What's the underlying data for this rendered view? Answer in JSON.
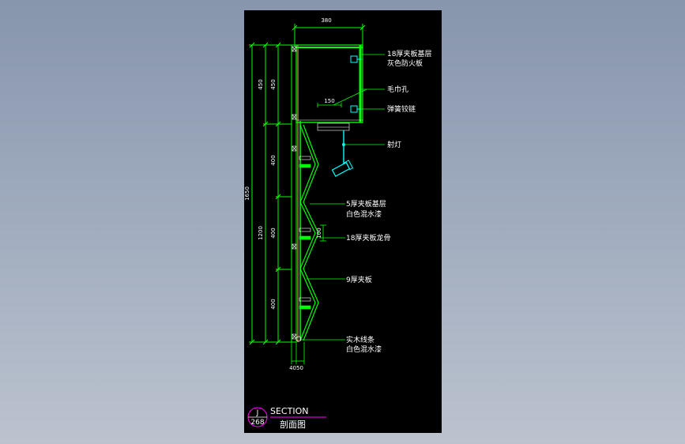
{
  "drawing": {
    "dims": {
      "top_width": "380",
      "hole_width": "150",
      "left_overall": "1650",
      "left_mid": "1200",
      "seg_upper_450": "450",
      "seg_upper_450_b": "450",
      "seg_400_a": "400",
      "seg_400_b": "400",
      "seg_400_c": "400",
      "stud_100": "100",
      "base_offset": "40",
      "base_width": "50"
    },
    "callouts": [
      {
        "id": "c1",
        "line1": "18厚夹板基层",
        "line2": "灰色防火板"
      },
      {
        "id": "c2",
        "line1": "毛巾孔",
        "line2": ""
      },
      {
        "id": "c3",
        "line1": "弹簧铰链",
        "line2": ""
      },
      {
        "id": "c4",
        "line1": "射灯",
        "line2": ""
      },
      {
        "id": "c5",
        "line1": "5厚夹板基层",
        "line2": "白色混水漆"
      },
      {
        "id": "c6",
        "line1": "18厚夹板龙骨",
        "line2": ""
      },
      {
        "id": "c7",
        "line1": "9厚夹板",
        "line2": ""
      },
      {
        "id": "c8",
        "line1": "实木线条",
        "line2": "白色混水漆"
      }
    ],
    "title": {
      "ref_top": "J",
      "ref_bottom": "268",
      "main": "SECTION",
      "sub": "剖面图"
    }
  },
  "colors": {
    "background": "#000000",
    "structure": "#00ff00",
    "hardware": "#00ffff",
    "dimension": "#00ff00",
    "text": "#ffffff",
    "title_line": "#ff00ff",
    "outer": "#8f9bb2"
  }
}
